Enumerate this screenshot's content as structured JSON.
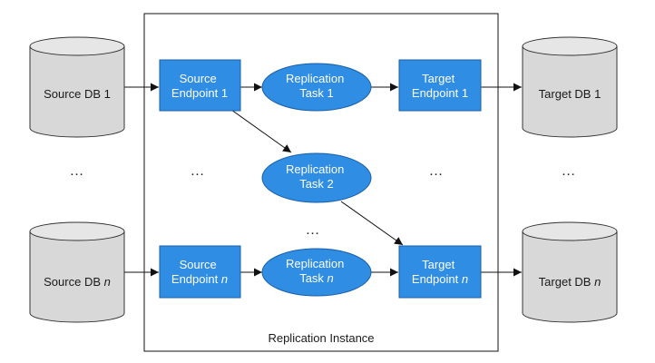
{
  "diagram": {
    "container": {
      "label": "Replication Instance"
    },
    "ellipsis": "…",
    "source_dbs": [
      {
        "line1": "Source DB 1",
        "base": "",
        "suffix": ""
      },
      {
        "line1": "",
        "base": "Source DB ",
        "suffix": "n"
      }
    ],
    "target_dbs": [
      {
        "line1": "Target DB 1",
        "base": "",
        "suffix": ""
      },
      {
        "line1": "",
        "base": "Target DB ",
        "suffix": "n"
      }
    ],
    "source_endpoints": [
      {
        "line1": "Source",
        "line2": "Endpoint 1",
        "base2": "",
        "suffix2": ""
      },
      {
        "line1": "Source",
        "line2": "",
        "base2": "Endpoint ",
        "suffix2": "n"
      }
    ],
    "tasks": [
      {
        "line1": "Replication",
        "line2": "Task 1",
        "base2": "",
        "suffix2": ""
      },
      {
        "line1": "Replication",
        "line2": "Task 2",
        "base2": "",
        "suffix2": ""
      },
      {
        "line1": "Replication",
        "line2": "",
        "base2": "Task ",
        "suffix2": "n"
      }
    ],
    "target_endpoints": [
      {
        "line1": "Target",
        "line2": "Endpoint 1",
        "base2": "",
        "suffix2": ""
      },
      {
        "line1": "Target",
        "line2": "",
        "base2": "Endpoint ",
        "suffix2": "n"
      }
    ],
    "colors": {
      "component_fill": "#2f8de4",
      "database_fill": "#d8d8d8"
    }
  }
}
